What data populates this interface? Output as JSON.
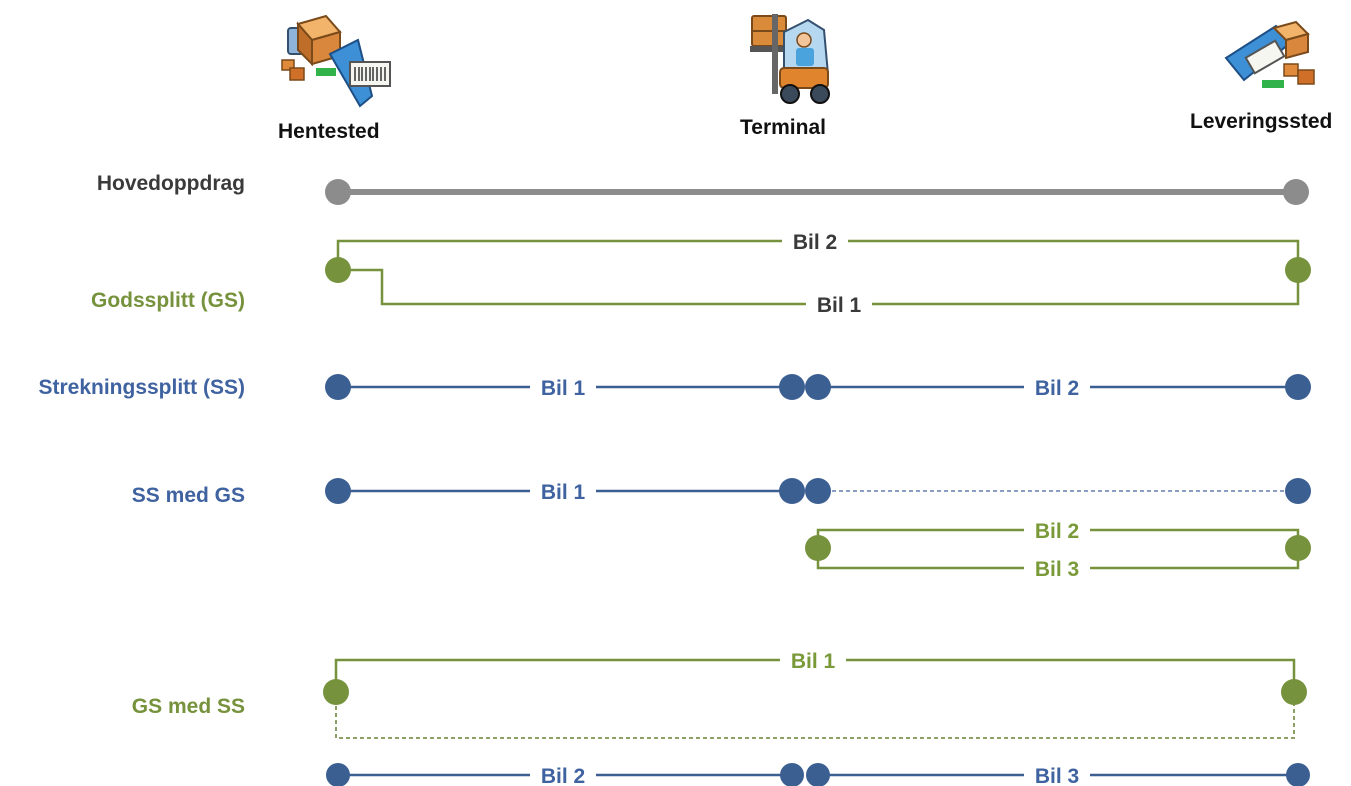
{
  "colors": {
    "grey": "#8c8c8c",
    "green": "#76923c",
    "green_label": "#7a9a3a",
    "blue": "#3c5f92",
    "blue_label": "#3f62a0",
    "dark_text": "#3a3a3a"
  },
  "locations": {
    "pickup": {
      "label": "Hentested",
      "icon": "pickup-scanner-icon"
    },
    "terminal": {
      "label": "Terminal",
      "icon": "forklift-icon"
    },
    "delivery": {
      "label": "Leveringssted",
      "icon": "delivery-scanner-icon"
    }
  },
  "rows": {
    "main": {
      "label": "Hovedoppdrag"
    },
    "goods_split": {
      "label": "Godssplitt (GS)",
      "upper_vehicle": "Bil 2",
      "lower_vehicle": "Bil 1"
    },
    "route_split": {
      "label": "Strekningssplitt (SS)",
      "first_leg_vehicle": "Bil 1",
      "second_leg_vehicle": "Bil 2"
    },
    "ss_with_gs": {
      "label": "SS med GS",
      "first_leg_vehicle": "Bil 1",
      "upper_split_vehicle": "Bil 2",
      "lower_split_vehicle": "Bil 3"
    },
    "gs_with_ss": {
      "label": "GS med SS",
      "upper_vehicle": "Bil 1",
      "first_leg_vehicle": "Bil 2",
      "second_leg_vehicle": "Bil 3"
    }
  }
}
